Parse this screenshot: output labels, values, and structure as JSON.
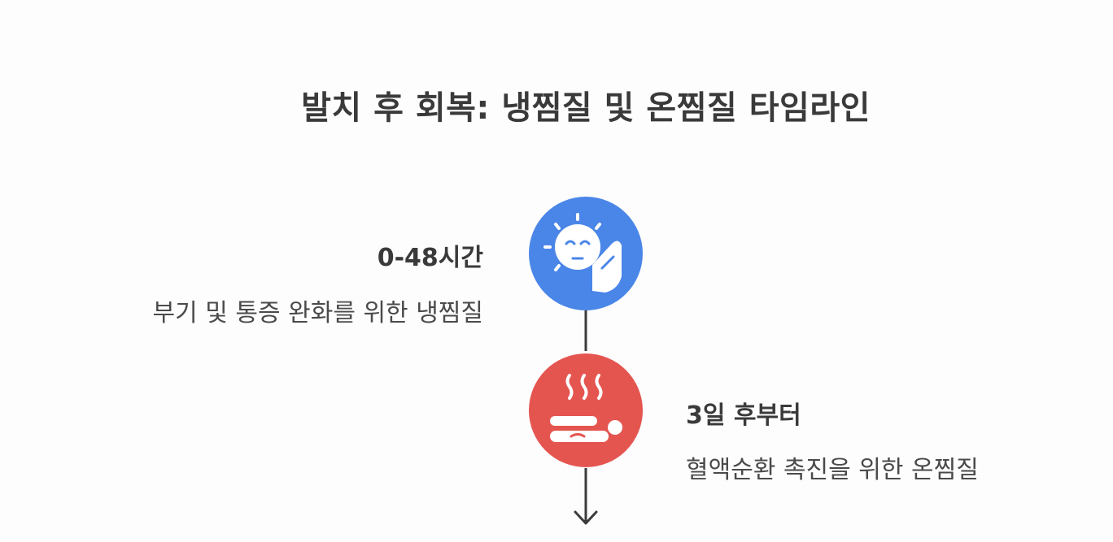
{
  "title": "발치 후 회복: 냉찜질 및 온찜질 타임라인",
  "steps": [
    {
      "title": "0-48시간",
      "description": "부기 및 통증 완화를 위한 냉찜질",
      "icon": "cold-face-icon",
      "color": "#4a86e8"
    },
    {
      "title": "3일 후부터",
      "description": "혈액순환 촉진을 위한 온찜질",
      "icon": "hot-compress-icon",
      "color": "#e55550"
    }
  ],
  "colors": {
    "line": "#3b3b3b",
    "text": "#3a3a3a"
  }
}
